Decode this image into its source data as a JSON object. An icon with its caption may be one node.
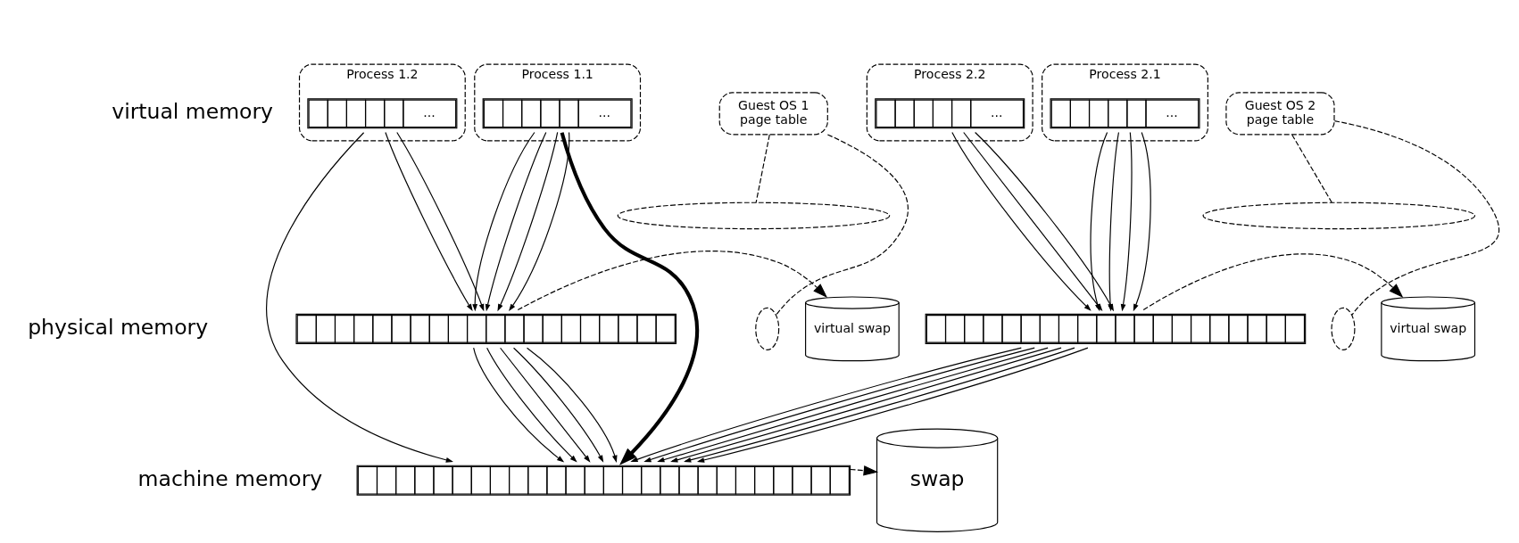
{
  "diagram": {
    "nodes": [
      {
        "text": [
          "Process 1.1"
        ]
      },
      {
        "text": [
          "..."
        ],
        "in": 0
      },
      {
        "text": [
          "Process 1.2"
        ]
      },
      {
        "text": [
          "..."
        ],
        "in": 2
      },
      {
        "text": [
          "Guest OS 1",
          "page table"
        ]
      },
      {
        "text": [
          "Process 2.1"
        ]
      },
      {
        "text": [
          "..."
        ],
        "in": 5
      },
      {
        "text": [
          "Process 2.2"
        ]
      },
      {
        "text": [
          "..."
        ],
        "in": 7
      },
      {
        "text": [
          "Guest OS 2",
          "page table"
        ]
      },
      {
        "text": [],
        "shape": "ellipse"
      },
      {
        "text": [],
        "shape": "bar"
      },
      {
        "text": [],
        "shape": "ellipse"
      },
      {
        "text": [
          "virtual swap"
        ]
      },
      {
        "text": [],
        "shape": "ellipse"
      },
      {
        "text": [],
        "shape": "bar"
      },
      {
        "text": [],
        "shape": "ellipse"
      },
      {
        "text": [
          "virtual swap"
        ]
      },
      {
        "text": [],
        "shape": "bar"
      },
      {
        "text": [
          "swap"
        ]
      }
    ],
    "edges": [
      {
        "from": 1,
        "to": 11,
        "arrow": "to"
      },
      {
        "from": 1,
        "to": 11,
        "arrow": "to"
      },
      {
        "from": 1,
        "to": 11,
        "arrow": "to"
      },
      {
        "from": 1,
        "to": 11,
        "arrow": "to"
      },
      {
        "from": 1,
        "to": 18,
        "arrow": "to",
        "style": "thick"
      },
      {
        "from": 3,
        "to": 11,
        "arrow": "to"
      },
      {
        "from": 3,
        "to": 11,
        "arrow": "to"
      },
      {
        "from": 3,
        "to": 18,
        "arrow": "to"
      },
      {
        "from": 6,
        "to": 15,
        "arrow": "to"
      },
      {
        "from": 6,
        "to": 15,
        "arrow": "to"
      },
      {
        "from": 6,
        "to": 15,
        "arrow": "to"
      },
      {
        "from": 6,
        "to": 15,
        "arrow": "to"
      },
      {
        "from": 8,
        "to": 15,
        "arrow": "to"
      },
      {
        "from": 8,
        "to": 15,
        "arrow": "to"
      },
      {
        "from": 8,
        "to": 15,
        "arrow": "to"
      },
      {
        "from": 4,
        "to": 10,
        "arrow": "none",
        "style": "dashed"
      },
      {
        "from": 4,
        "to": 12,
        "arrow": "none",
        "style": "dashed"
      },
      {
        "from": 9,
        "to": 14,
        "arrow": "none",
        "style": "dashed"
      },
      {
        "from": 9,
        "to": 16,
        "arrow": "none",
        "style": "dashed"
      },
      {
        "from": 11,
        "to": 13,
        "arrow": "to",
        "style": "dashed"
      },
      {
        "from": 15,
        "to": 17,
        "arrow": "to",
        "style": "dashed"
      },
      {
        "from": 11,
        "to": 18,
        "arrow": "to"
      },
      {
        "from": 11,
        "to": 18,
        "arrow": "to"
      },
      {
        "from": 11,
        "to": 18,
        "arrow": "to"
      },
      {
        "from": 11,
        "to": 18,
        "arrow": "to"
      },
      {
        "from": 11,
        "to": 18,
        "arrow": "to"
      },
      {
        "from": 15,
        "to": 18,
        "arrow": "to"
      },
      {
        "from": 15,
        "to": 18,
        "arrow": "to"
      },
      {
        "from": 15,
        "to": 18,
        "arrow": "to"
      },
      {
        "from": 15,
        "to": 18,
        "arrow": "to"
      },
      {
        "from": 15,
        "to": 18,
        "arrow": "to"
      },
      {
        "from": 15,
        "to": 18,
        "arrow": "to"
      },
      {
        "from": 18,
        "to": 19,
        "arrow": "to",
        "style": "dashed"
      }
    ],
    "labels": [
      "virtual memory",
      "physical memory",
      "machine memory"
    ]
  }
}
